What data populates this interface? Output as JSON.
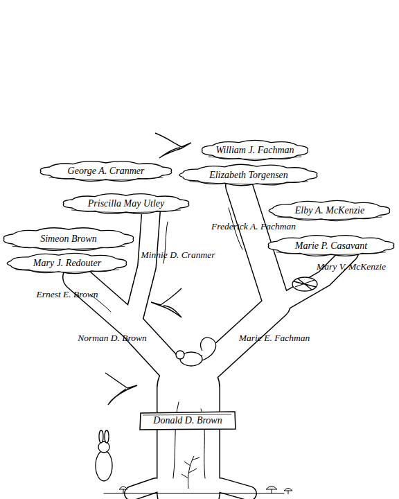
{
  "diagram": {
    "nodes": [
      {
        "text": [
          "William J. Fachman"
        ]
      },
      {
        "text": [
          "George A. Cranmer"
        ]
      },
      {
        "text": [
          "Elizabeth Torgensen"
        ]
      },
      {
        "text": [
          "Priscilla May Utley"
        ]
      },
      {
        "text": [
          "Elby A. McKenzie"
        ]
      },
      {
        "text": [
          "Simeon Brown"
        ]
      },
      {
        "text": [
          "Marie P. Casavant"
        ]
      },
      {
        "text": [
          "Mary J. Redouter"
        ]
      },
      {
        "text": [
          "Donald D. Brown"
        ]
      }
    ],
    "labels": [
      "Frederick A. Fachman",
      "Minnie D. Cranmer",
      "Mary V. McKenzie",
      "Ernest E. Brown",
      "Norman D. Brown",
      "Marie E. Fachman"
    ]
  }
}
